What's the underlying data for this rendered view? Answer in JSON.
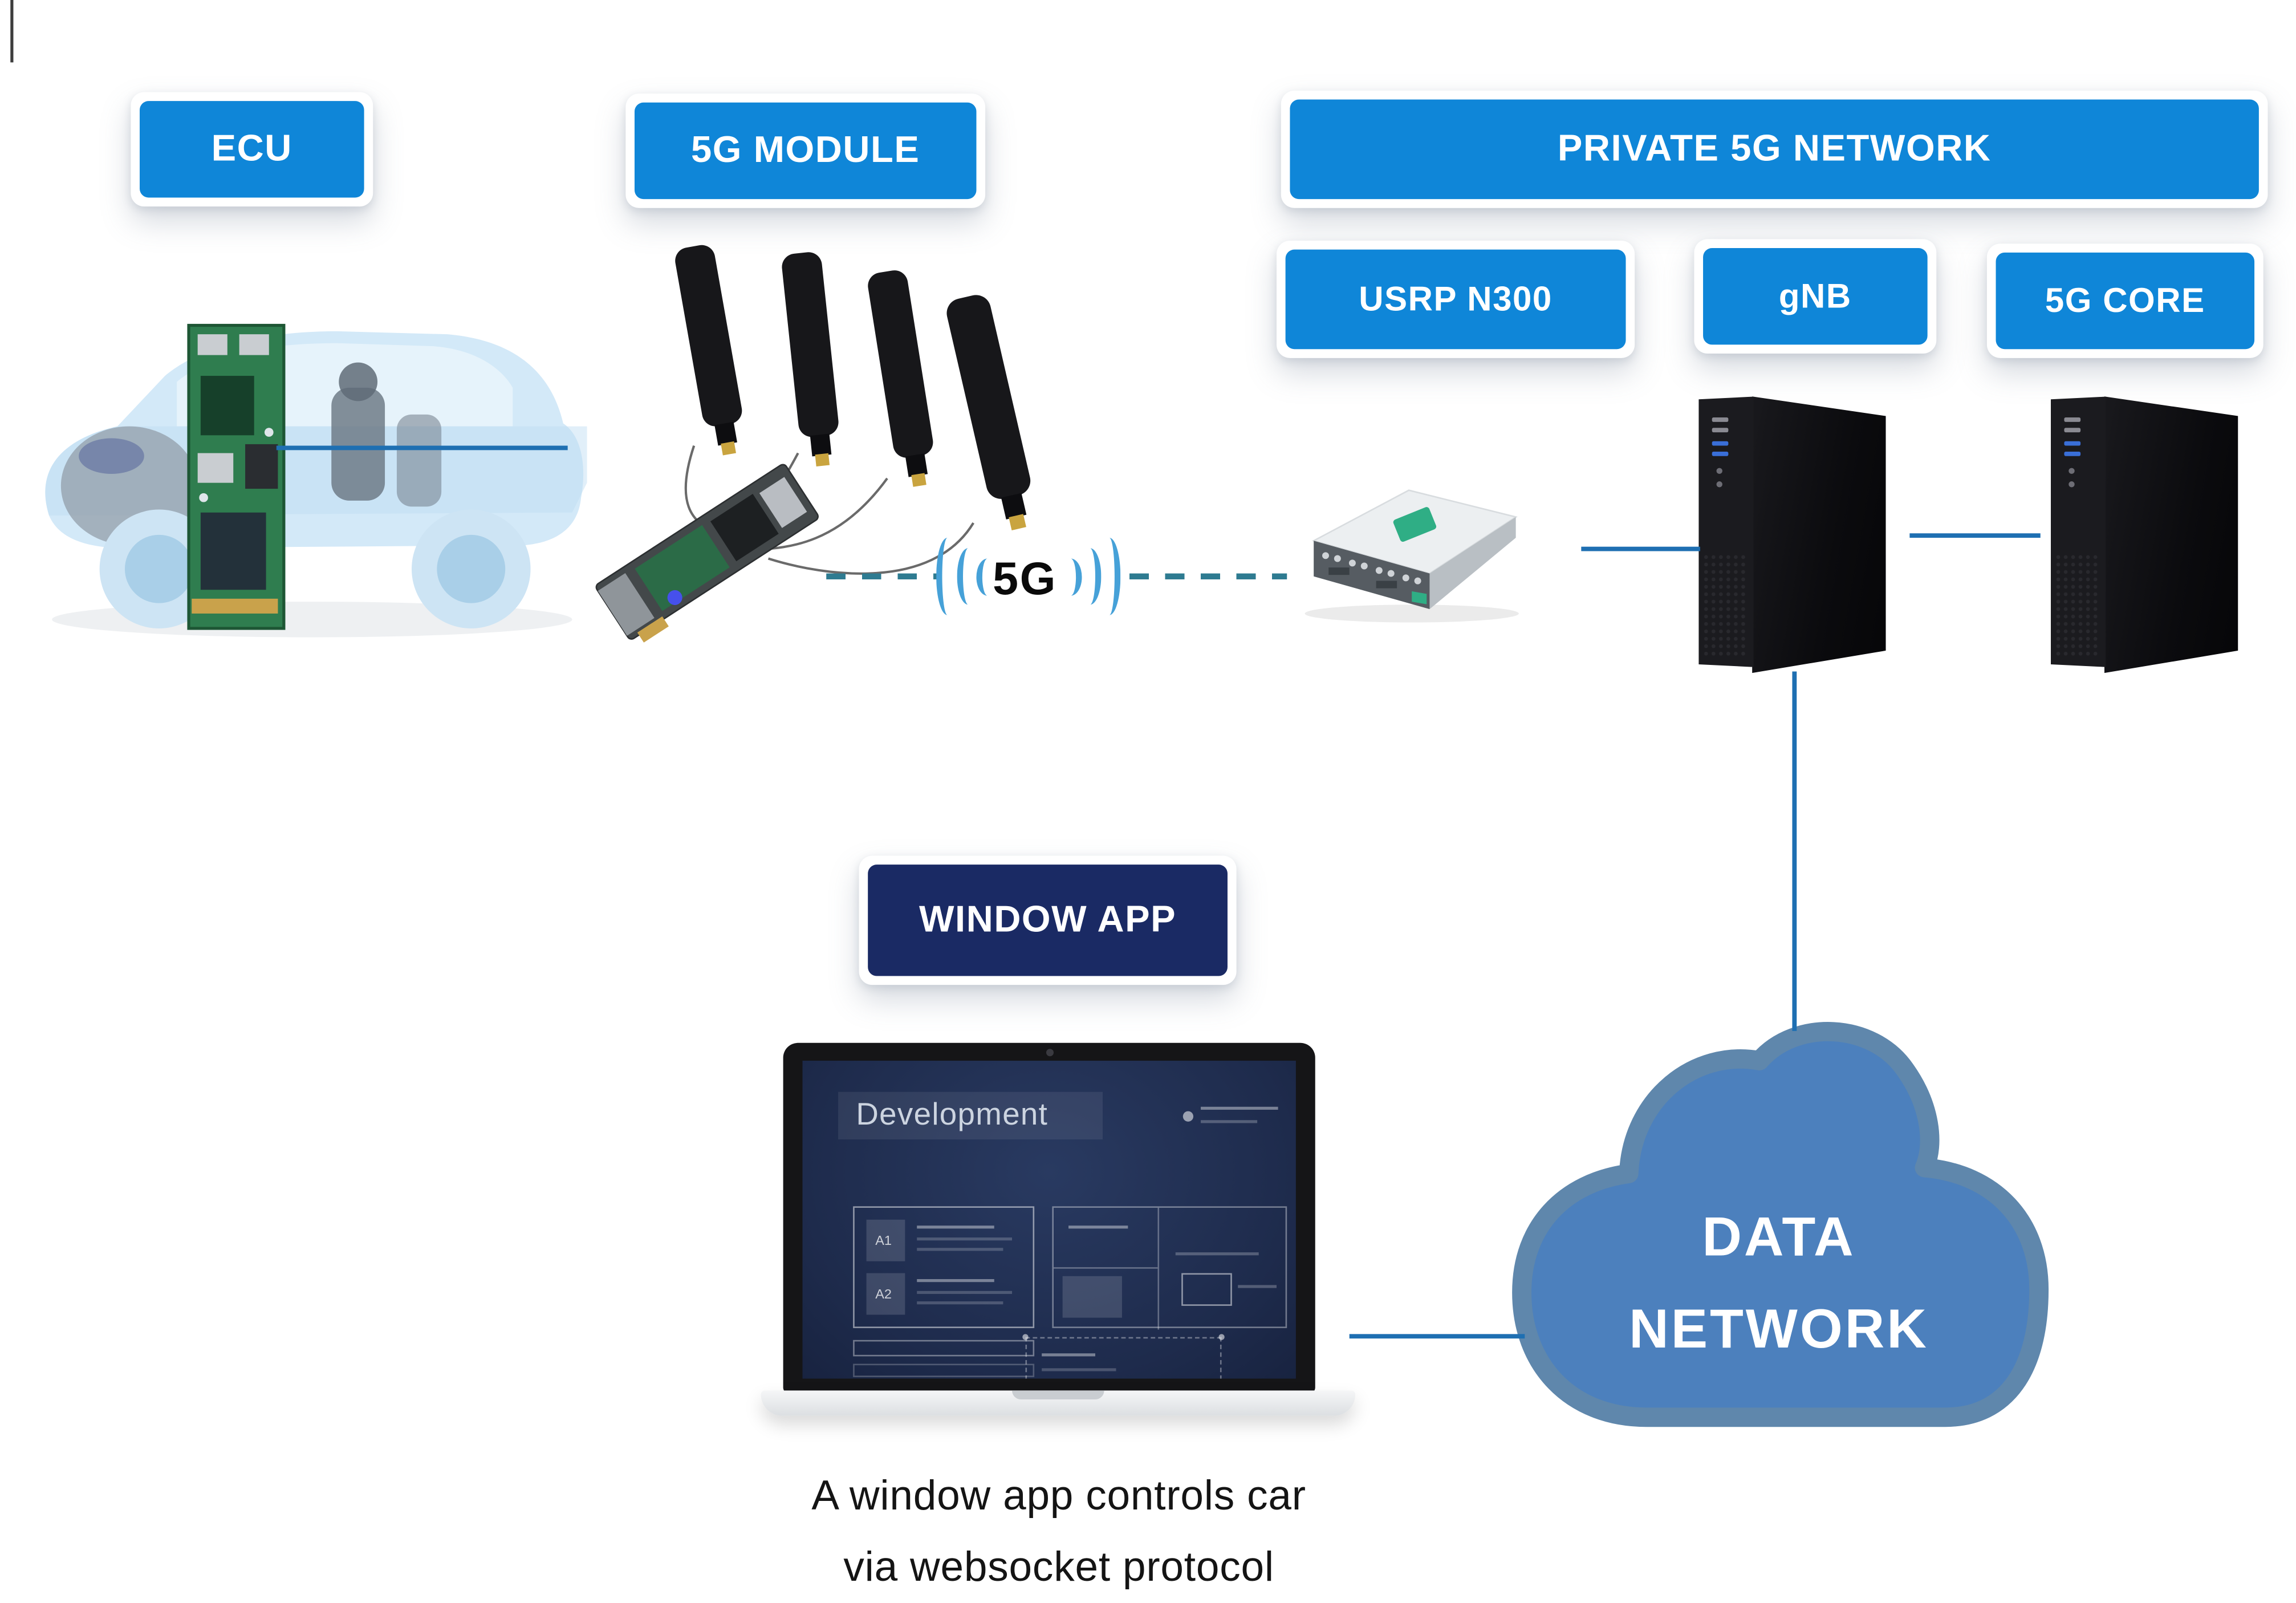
{
  "labels": {
    "ecu": "ECU",
    "module": "5G MODULE",
    "private_network": "PRIVATE 5G NETWORK",
    "usrp": "USRP N300",
    "gnb": "gNB",
    "core": "5G CORE",
    "window_app": "WINDOW APP"
  },
  "wireless": {
    "label": "5G"
  },
  "cloud": {
    "line1": "DATA",
    "line2": "NETWORK"
  },
  "screen": {
    "title": "Development",
    "item1": "A1",
    "item2": "A2"
  },
  "caption": {
    "line1": "A window app controls car",
    "line2": "via websocket protocol"
  },
  "colors": {
    "button_blue": "#0f86d8",
    "window_navy": "#1a2a64",
    "connector": "#1e6fb2",
    "dashed": "#2e7b91",
    "wave": "#46a1d8",
    "cloud_fill": "#4c80bd",
    "cloud_stroke": "#5f87ac",
    "text_dark": "#141414"
  }
}
